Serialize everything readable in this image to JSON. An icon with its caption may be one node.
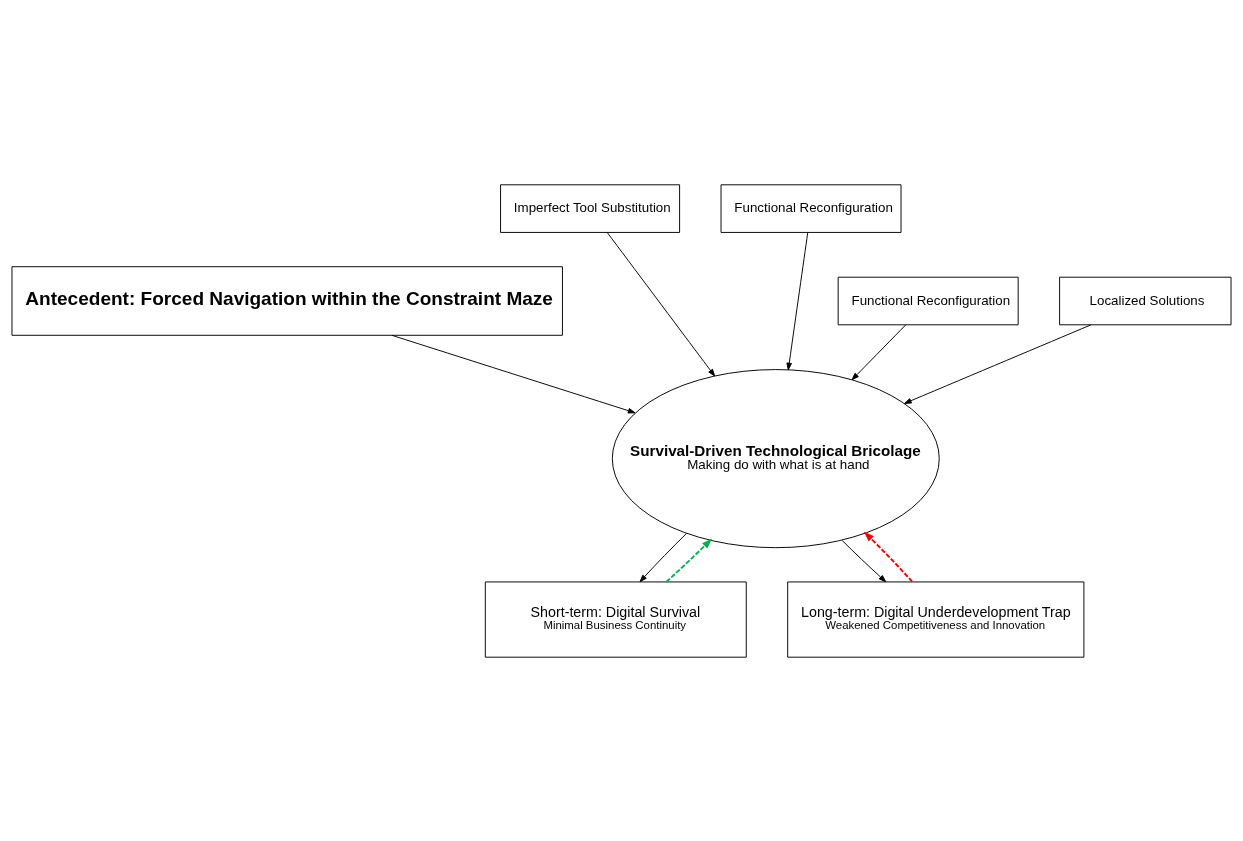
{
  "diagram": {
    "nodes": [
      {
        "text": [
          "Antecedent: Forced Navigation within the Constraint Maze"
        ]
      },
      {
        "text": [
          "Imperfect Tool Substitution"
        ]
      },
      {
        "text": [
          "Functional Reconfiguration"
        ]
      },
      {
        "text": [
          "Functional Reconfiguration"
        ]
      },
      {
        "text": [
          "Localized Solutions"
        ]
      },
      {
        "text": [
          "Survival-Driven Technological Bricolage",
          "Making do with what is at hand"
        ]
      },
      {
        "text": [
          "Short-term: Digital Survival",
          "Minimal Business Continuity"
        ]
      },
      {
        "text": [
          "Long-term: Digital Underdevelopment Trap",
          "Weakened Competitiveness and Innovation"
        ]
      }
    ],
    "edges": [
      {
        "from": 0,
        "to": 5,
        "arrow": "to"
      },
      {
        "from": 1,
        "to": 5,
        "arrow": "to"
      },
      {
        "from": 2,
        "to": 5,
        "arrow": "to"
      },
      {
        "from": 3,
        "to": 5,
        "arrow": "to"
      },
      {
        "from": 4,
        "to": 5,
        "arrow": "to"
      },
      {
        "from": 5,
        "to": 6,
        "arrow": "to"
      },
      {
        "from": 5,
        "to": 7,
        "arrow": "to"
      },
      {
        "from": 6,
        "to": 5,
        "arrow": "to",
        "style": "dashed",
        "color": "#00b050"
      },
      {
        "from": 7,
        "to": 5,
        "arrow": "to",
        "style": "dashed",
        "color": "#ff0000"
      }
    ]
  }
}
